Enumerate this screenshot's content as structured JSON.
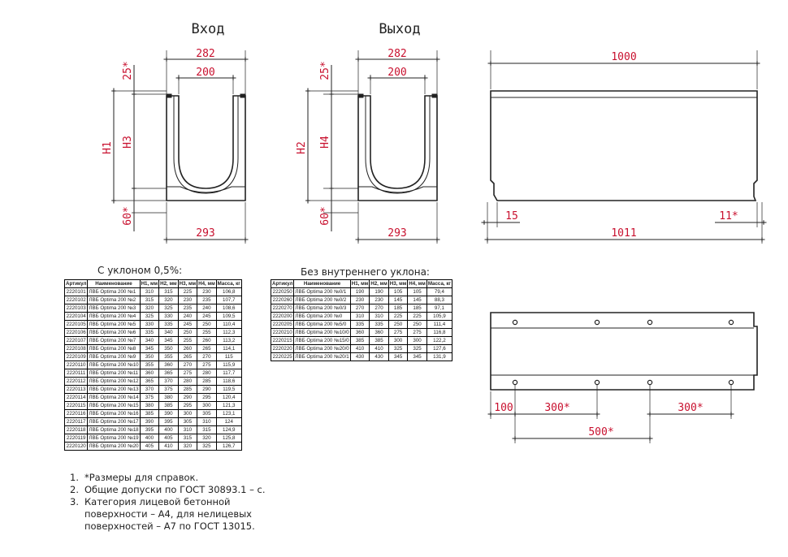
{
  "views": {
    "inlet": {
      "title": "Вход",
      "outer_top": "282",
      "inner": "200",
      "bottom": "293",
      "top_gap": "25*",
      "base": "60*",
      "h_outer": "H1",
      "h_inner": "H3"
    },
    "outlet": {
      "title": "Выход",
      "outer_top": "282",
      "inner": "200",
      "bottom": "293",
      "top_gap": "25*",
      "base": "60*",
      "h_outer": "H2",
      "h_inner": "H4"
    },
    "side": {
      "top_len": "1000",
      "bottom_len": "1011",
      "left_offset": "15",
      "right_offset": "11*"
    },
    "plan": {
      "edge": "100",
      "spacing_a": "300*",
      "spacing_b": "300*",
      "spacing_c": "500*"
    }
  },
  "table_slope": {
    "title": "С уклоном 0,5%:",
    "headers": [
      "Артикул",
      "Наименование",
      "H1, мм",
      "H2, мм",
      "H3, мм",
      "H4, мм",
      "Масса, кг"
    ],
    "rows": [
      [
        "2220101",
        "ЛВБ Optima 200 №1",
        "310",
        "315",
        "225",
        "230",
        "106,8"
      ],
      [
        "2220102",
        "ЛВБ Optima 200 №2",
        "315",
        "320",
        "230",
        "235",
        "107,7"
      ],
      [
        "2220103",
        "ЛВБ Optima 200 №3",
        "320",
        "325",
        "235",
        "240",
        "108,6"
      ],
      [
        "2220104",
        "ЛВБ Optima 200 №4",
        "325",
        "330",
        "240",
        "245",
        "109,5"
      ],
      [
        "2220105",
        "ЛВБ Optima 200 №5",
        "330",
        "335",
        "245",
        "250",
        "110,4"
      ],
      [
        "2220106",
        "ЛВБ Optima 200 №6",
        "335",
        "340",
        "250",
        "255",
        "112,3"
      ],
      [
        "2220107",
        "ЛВБ Optima 200 №7",
        "340",
        "345",
        "255",
        "260",
        "113,2"
      ],
      [
        "2220108",
        "ЛВБ Optima 200 №8",
        "345",
        "350",
        "260",
        "265",
        "114,1"
      ],
      [
        "2220109",
        "ЛВБ Optima 200 №9",
        "350",
        "355",
        "265",
        "270",
        "115"
      ],
      [
        "2220110",
        "ЛВБ Optima 200 №10",
        "355",
        "360",
        "270",
        "275",
        "115,9"
      ],
      [
        "2220111",
        "ЛВБ Optima 200 №11",
        "360",
        "365",
        "275",
        "280",
        "117,7"
      ],
      [
        "2220112",
        "ЛВБ Optima 200 №12",
        "365",
        "370",
        "280",
        "285",
        "118,6"
      ],
      [
        "2220113",
        "ЛВБ Optima 200 №13",
        "370",
        "375",
        "285",
        "290",
        "119,5"
      ],
      [
        "2220114",
        "ЛВБ Optima 200 №14",
        "375",
        "380",
        "290",
        "295",
        "120,4"
      ],
      [
        "2220115",
        "ЛВБ Optima 200 №15",
        "380",
        "385",
        "295",
        "300",
        "121,3"
      ],
      [
        "2220116",
        "ЛВБ Optima 200 №16",
        "385",
        "390",
        "300",
        "305",
        "123,1"
      ],
      [
        "2220117",
        "ЛВБ Optima 200 №17",
        "390",
        "395",
        "305",
        "310",
        "124"
      ],
      [
        "2220118",
        "ЛВБ Optima 200 №18",
        "395",
        "400",
        "310",
        "315",
        "124,9"
      ],
      [
        "2220119",
        "ЛВБ Optima 200 №19",
        "400",
        "405",
        "315",
        "320",
        "125,8"
      ],
      [
        "2220120",
        "ЛВБ Optima 200 №20",
        "405",
        "410",
        "320",
        "325",
        "126,7"
      ]
    ]
  },
  "table_flat": {
    "title": "Без внутреннего уклона:",
    "headers": [
      "Артикул",
      "Наименование",
      "H1, мм",
      "H2, мм",
      "H3, мм",
      "H4, мм",
      "Масса, кг"
    ],
    "rows": [
      [
        "2220250",
        "ЛВБ Optima 200 №0/1",
        "190",
        "190",
        "105",
        "105",
        "79,4"
      ],
      [
        "2220260",
        "ЛВБ Optima 200 №0/2",
        "230",
        "230",
        "145",
        "145",
        "88,3"
      ],
      [
        "2220270",
        "ЛВБ Optima 200 №0/3",
        "270",
        "270",
        "185",
        "185",
        "97,1"
      ],
      [
        "2220200",
        "ЛВБ Optima 200 №0",
        "310",
        "310",
        "225",
        "225",
        "105,9"
      ],
      [
        "2220205",
        "ЛВБ Optima 200 №5/0",
        "335",
        "335",
        "250",
        "250",
        "111,4"
      ],
      [
        "2220210",
        "ЛВБ Optima 200 №10/0",
        "360",
        "360",
        "275",
        "275",
        "116,8"
      ],
      [
        "2220215",
        "ЛВБ Optima 200 №15/0",
        "385",
        "385",
        "300",
        "300",
        "122,2"
      ],
      [
        "2220220",
        "ЛВБ Optima 200 №20/0",
        "410",
        "410",
        "325",
        "325",
        "127,6"
      ],
      [
        "2220225",
        "ЛВБ Optima 200 №20/1",
        "430",
        "430",
        "345",
        "345",
        "131,9"
      ]
    ]
  },
  "notes": [
    {
      "num": "1.",
      "text": "*Размеры для справок."
    },
    {
      "num": "2.",
      "text": "Общие допуски по ГОСТ 30893.1 – с."
    },
    {
      "num": "3.",
      "text": "Категория лицевой бетонной поверхности – А4, для нелицевых поверхностей – А7 по ГОСТ 13015."
    }
  ],
  "colors": {
    "dimension": "#c8102e",
    "line": "#222222"
  }
}
